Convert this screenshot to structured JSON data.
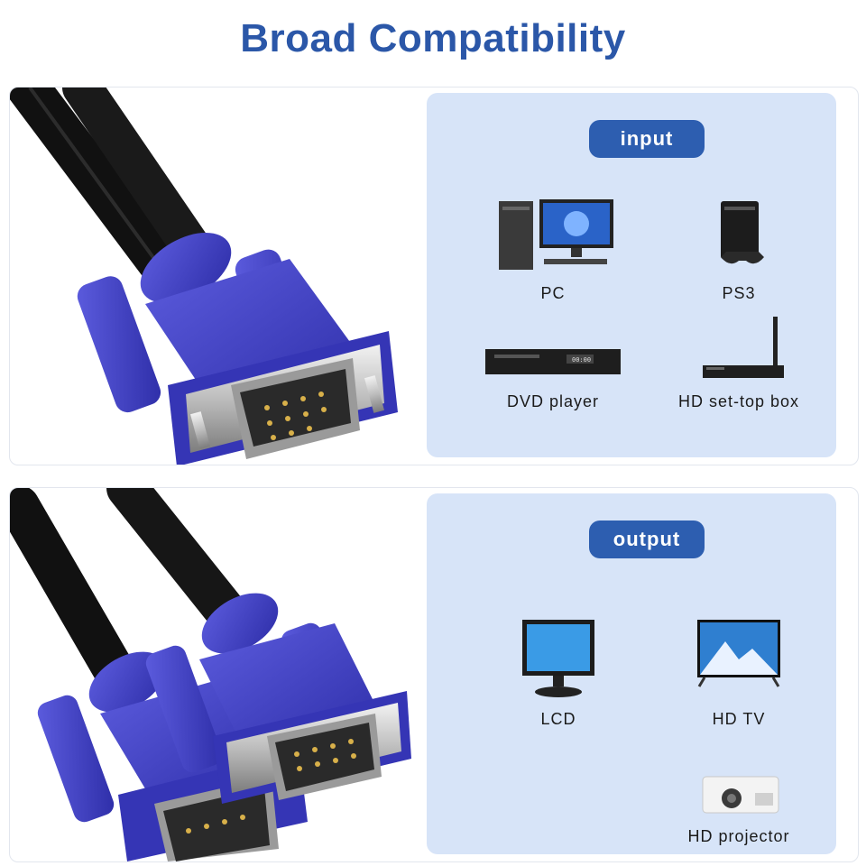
{
  "title": "Broad Compatibility",
  "input": {
    "label": "input",
    "devices": [
      {
        "label": "PC",
        "icon": "pc-icon"
      },
      {
        "label": "PS3",
        "icon": "ps3-icon"
      },
      {
        "label": "DVD player",
        "icon": "dvd-player-icon"
      },
      {
        "label": "HD set-top box",
        "icon": "set-top-box-icon"
      }
    ]
  },
  "output": {
    "label": "output",
    "devices": [
      {
        "label": "LCD",
        "icon": "lcd-monitor-icon"
      },
      {
        "label": "HD TV",
        "icon": "hd-tv-icon"
      },
      {
        "label": "HD projector",
        "icon": "projector-icon"
      }
    ]
  },
  "colors": {
    "title": "#2b57a8",
    "pill": "#2d5eb0",
    "panel": "#d7e4f8",
    "connector": "#3f3fc2"
  }
}
